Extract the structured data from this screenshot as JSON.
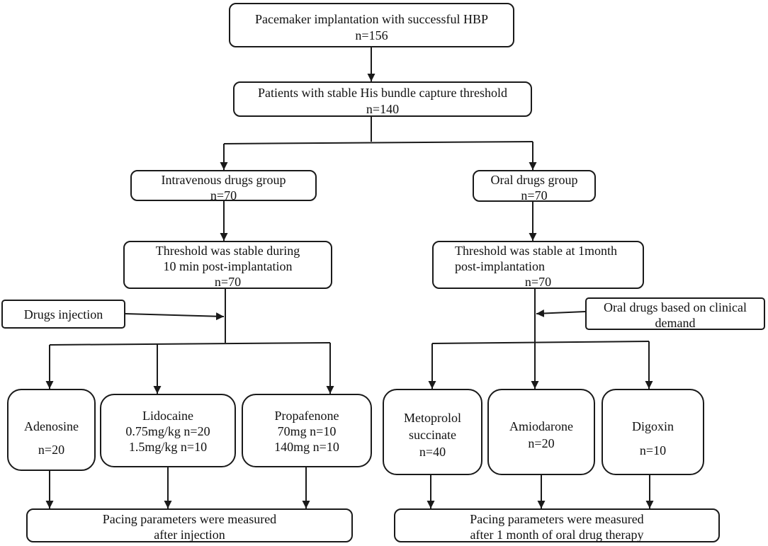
{
  "nodes": {
    "top": [
      "Pacemaker implantation with successful HBP",
      "n=156"
    ],
    "stable": [
      "Patients with stable His bundle capture threshold",
      "n=140"
    ],
    "iv_group": [
      "Intravenous drugs group",
      "n=70"
    ],
    "oral_group": [
      "Oral drugs group",
      "n=70"
    ],
    "iv_threshold": [
      "Threshold was stable during",
      "10 min post-implantation",
      "n=70"
    ],
    "oral_threshold": [
      "Threshold was stable at 1month",
      "post-implantation",
      "n=70"
    ],
    "drugs_injection": [
      "Drugs injection"
    ],
    "oral_clinical": [
      "Oral drugs based on clinical",
      "demand"
    ],
    "adenosine": [
      "Adenosine",
      "n=20"
    ],
    "lidocaine": [
      "Lidocaine",
      "0.75mg/kg n=20",
      "1.5mg/kg n=10"
    ],
    "propafenone": [
      "Propafenone",
      "70mg n=10",
      "140mg n=10"
    ],
    "metoprolol": [
      "Metoprolol",
      "succinate",
      "n=40"
    ],
    "amiodarone": [
      "Amiodarone",
      "n=20"
    ],
    "digoxin": [
      "Digoxin",
      "n=10"
    ],
    "iv_result": [
      "Pacing parameters were measured",
      "after injection"
    ],
    "oral_result": [
      "Pacing parameters were measured",
      "after 1 month of oral drug therapy"
    ]
  },
  "colors": {
    "line": "#1a1a1a",
    "text": "#111111",
    "background": "#ffffff"
  }
}
